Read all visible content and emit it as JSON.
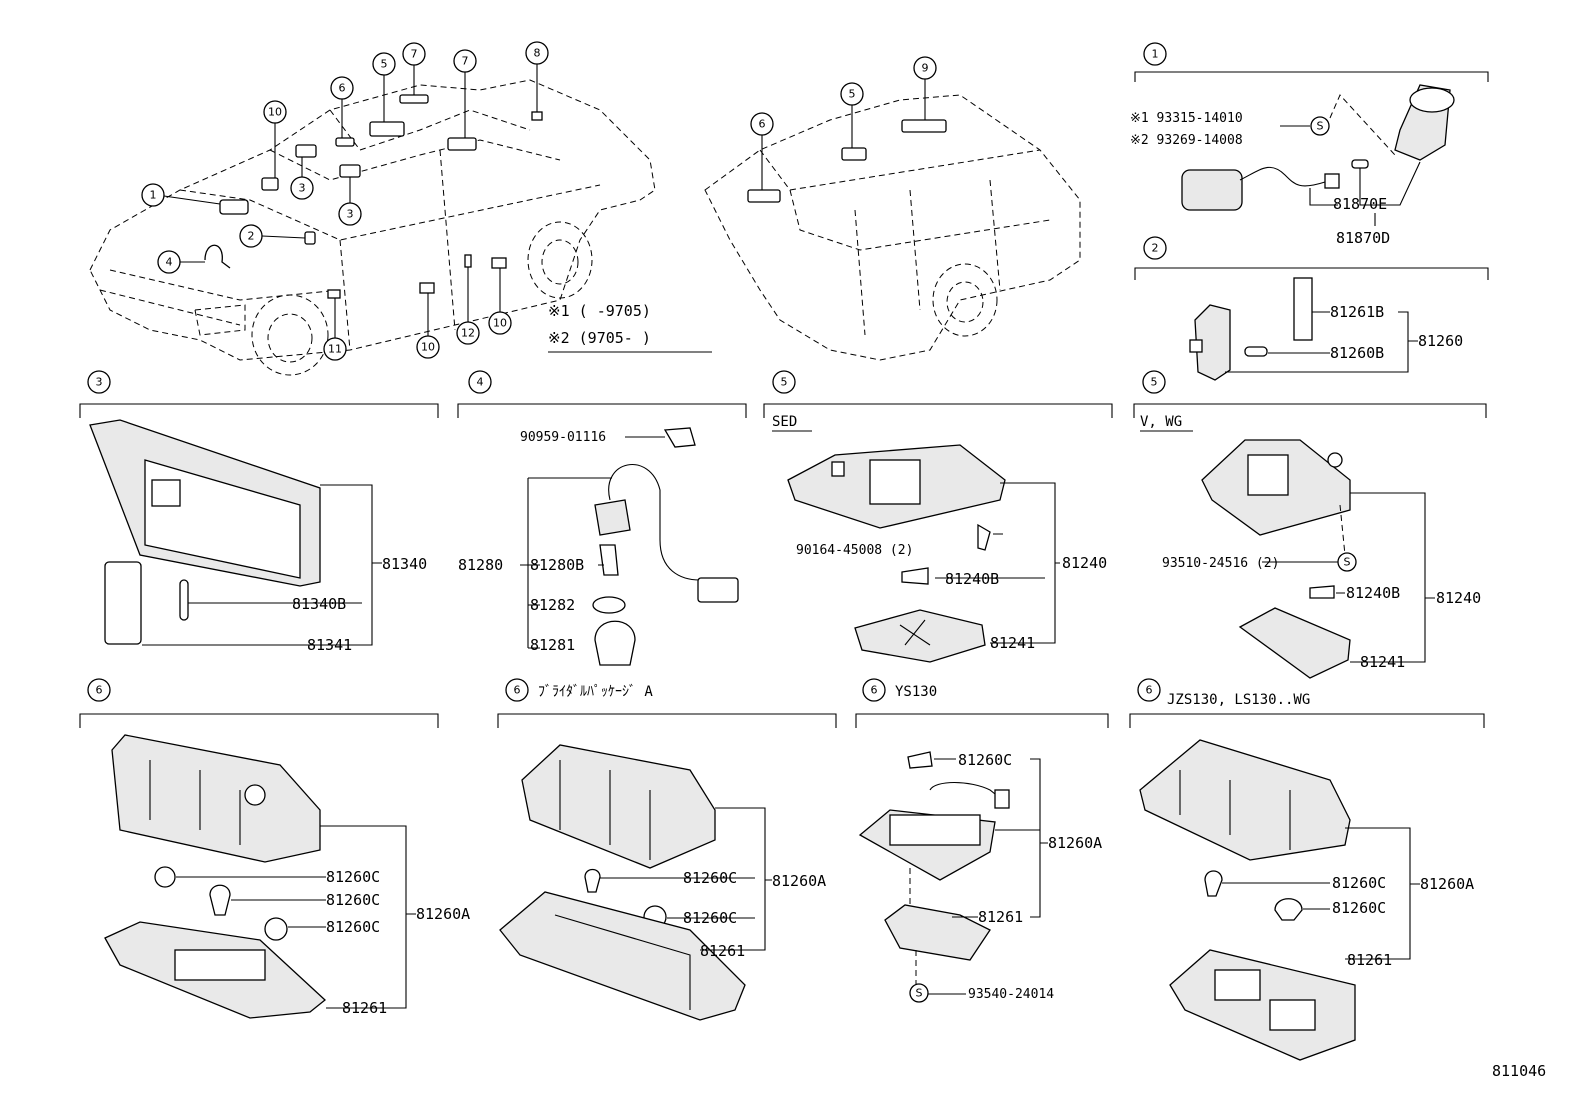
{
  "diagram_number": "811046",
  "legend": {
    "note1": "※1 (      -9705)",
    "note2": "※2 (9705-      )"
  },
  "callouts": {
    "overview": [
      "10",
      "6",
      "5",
      "7",
      "7",
      "8",
      "1",
      "3",
      "3",
      "2",
      "4",
      "11",
      "10",
      "12",
      "10",
      "6",
      "5",
      "9"
    ]
  },
  "sections": {
    "s1": {
      "num": "1",
      "parts": {
        "p1": "※1 93315-14010",
        "p2": "※2 93269-14008",
        "p3": "81870E",
        "p4": "81870D",
        "s": "S"
      }
    },
    "s2": {
      "num": "2",
      "parts": {
        "p1": "81261B",
        "p2": "81260B",
        "p3": "81260"
      }
    },
    "s3": {
      "num": "3",
      "parts": {
        "p1": "81340",
        "p2": "81340B",
        "p3": "81341"
      }
    },
    "s4": {
      "num": "4",
      "parts": {
        "p1": "90959-01116",
        "p2": "81280",
        "p3": "81280B",
        "p4": "81282",
        "p5": "81281"
      }
    },
    "s5a": {
      "num": "5",
      "header": "SED",
      "parts": {
        "p1": "90164-45008 (2)",
        "p2": "81240B",
        "p3": "81240",
        "p4": "81241"
      }
    },
    "s5b": {
      "num": "5",
      "header": "V, WG",
      "parts": {
        "p1": "93510-24516 (2)",
        "p2": "81240B",
        "p3": "81240",
        "p4": "81241",
        "s": "S"
      }
    },
    "s6a": {
      "num": "6",
      "parts": {
        "p1": "81260C",
        "p2": "81260C",
        "p3": "81260C",
        "p4": "81260A",
        "p5": "81261"
      }
    },
    "s6b": {
      "num": "6",
      "header": "ﾌﾞﾗｲﾀﾞﾙﾊﾟｯｹｰｼﾞ A",
      "parts": {
        "p1": "81260C",
        "p2": "81260C",
        "p3": "81260A",
        "p4": "81261"
      }
    },
    "s6c": {
      "num": "6",
      "header": "YS130",
      "parts": {
        "p1": "81260C",
        "p2": "81260A",
        "p3": "81261",
        "p4": "93540-24014",
        "s": "S"
      }
    },
    "s6d": {
      "num": "6",
      "header": "JZS130, LS130..WG",
      "parts": {
        "p1": "81260C",
        "p2": "81260C",
        "p3": "81260A",
        "p4": "81261"
      }
    }
  }
}
